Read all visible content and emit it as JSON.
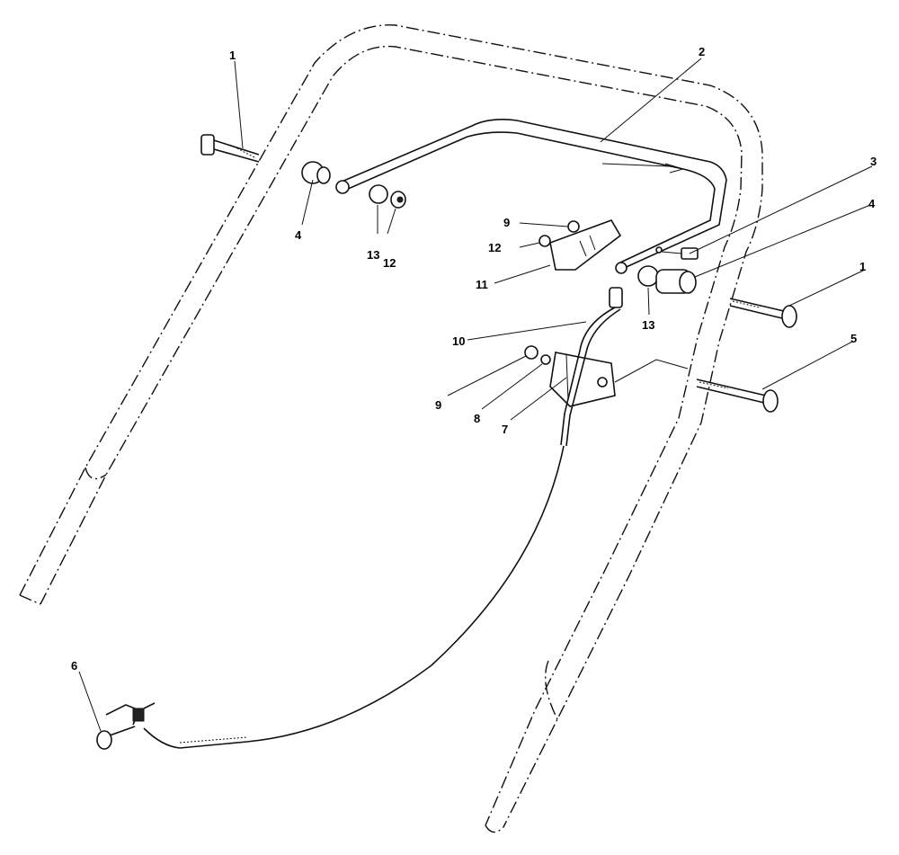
{
  "callouts": [
    {
      "id": "c1a",
      "label": "1"
    },
    {
      "id": "c2",
      "label": "2"
    },
    {
      "id": "c3",
      "label": "3"
    },
    {
      "id": "c4a",
      "label": "4"
    },
    {
      "id": "c4b",
      "label": "4"
    },
    {
      "id": "c1b",
      "label": "1"
    },
    {
      "id": "c5",
      "label": "5"
    },
    {
      "id": "c9a",
      "label": "9"
    },
    {
      "id": "c12a",
      "label": "12"
    },
    {
      "id": "c11",
      "label": "11"
    },
    {
      "id": "c13a",
      "label": "13"
    },
    {
      "id": "c12b",
      "label": "12"
    },
    {
      "id": "c13b",
      "label": "13"
    },
    {
      "id": "c10",
      "label": "10"
    },
    {
      "id": "c9b",
      "label": "9"
    },
    {
      "id": "c8",
      "label": "8"
    },
    {
      "id": "c7",
      "label": "7"
    },
    {
      "id": "c6",
      "label": "6"
    }
  ]
}
